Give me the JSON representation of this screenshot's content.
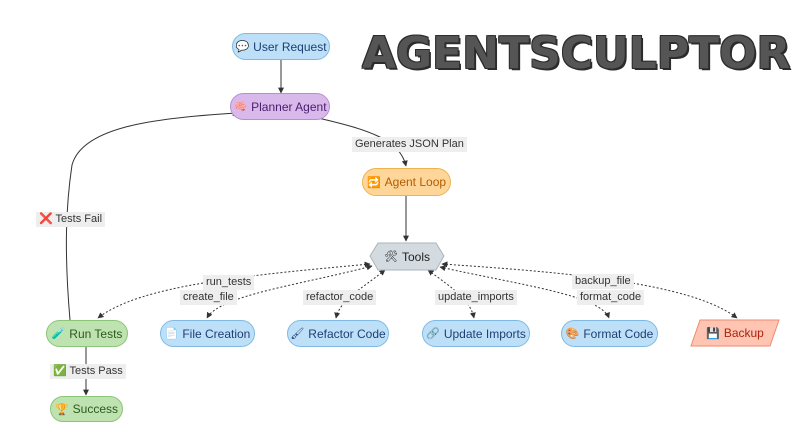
{
  "title": "AGENTSCULPTOR",
  "nodes": {
    "user_request": {
      "label": "User Request",
      "icon": "💬",
      "icon_name": "speech-bubble-icon"
    },
    "planner_agent": {
      "label": "Planner Agent",
      "icon": "🧠",
      "icon_name": "brain-icon"
    },
    "agent_loop": {
      "label": "Agent Loop",
      "icon": "🔁",
      "icon_name": "loop-icon"
    },
    "tools": {
      "label": "Tools",
      "icon": "🛠",
      "icon_name": "tools-icon"
    },
    "run_tests": {
      "label": "Run Tests",
      "icon": "🧪",
      "icon_name": "test-tube-icon"
    },
    "file_creation": {
      "label": "File Creation",
      "icon": "📄",
      "icon_name": "document-icon"
    },
    "refactor_code": {
      "label": "Refactor Code",
      "icon": "🖌",
      "icon_name": "brush-icon"
    },
    "update_imports": {
      "label": "Update Imports",
      "icon": "🔗",
      "icon_name": "link-icon"
    },
    "format_code": {
      "label": "Format Code",
      "icon": "🎨",
      "icon_name": "palette-icon"
    },
    "backup": {
      "label": "Backup",
      "icon": "💾",
      "icon_name": "floppy-disk-icon"
    },
    "success": {
      "label": "Success",
      "icon": "🏆",
      "icon_name": "trophy-icon"
    }
  },
  "edges": {
    "generates_json_plan": "Generates JSON Plan",
    "tests_fail": "❌ Tests Fail",
    "tests_pass": "✅ Tests Pass",
    "run_tests": "run_tests",
    "create_file": "create_file",
    "refactor_code": "refactor_code",
    "update_imports": "update_imports",
    "backup_file": "backup_file",
    "format_code": "format_code"
  },
  "colors": {
    "blue": "#bde0f8",
    "purple": "#d9b8ec",
    "orange": "#ffd699",
    "green": "#bfe3b0",
    "gray": "#d3dbe0",
    "red": "#ffc4b2",
    "edge": "#333333"
  }
}
